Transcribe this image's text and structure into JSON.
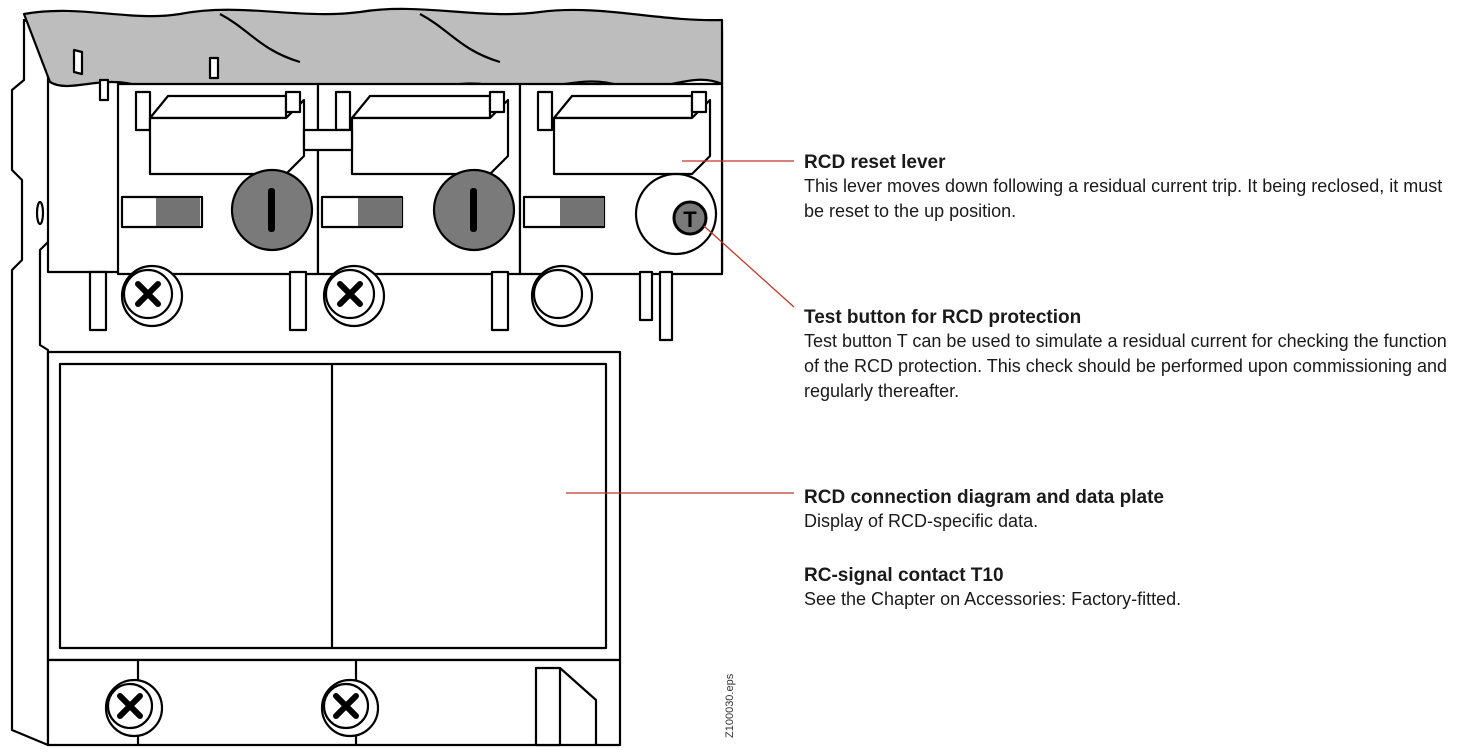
{
  "callouts": {
    "reset_lever": {
      "title": "RCD reset lever",
      "desc": "This lever moves down following a residual current trip. It being reclosed, it must be reset to the up position."
    },
    "test_button": {
      "title": "Test button for RCD protection",
      "desc": "Test button T can be used to simulate a residual current for checking the function of the RCD protection. This check should be performed upon commissioning and regularly thereafter."
    },
    "data_plate": {
      "title": "RCD connection diagram and data plate",
      "desc": "Display of RCD-specific data."
    },
    "signal_contact": {
      "title": "RC-signal contact T10",
      "desc": "See the Chapter on Accessories: Factory-fitted."
    }
  },
  "device": {
    "test_button_letter": "T"
  },
  "file_id": "Z100030.eps",
  "colors": {
    "leader_line": "#c0392b",
    "cut_surface": "#bdbdbd",
    "knob_fill": "#7a7a7a",
    "indicator_fill": "#737373"
  }
}
